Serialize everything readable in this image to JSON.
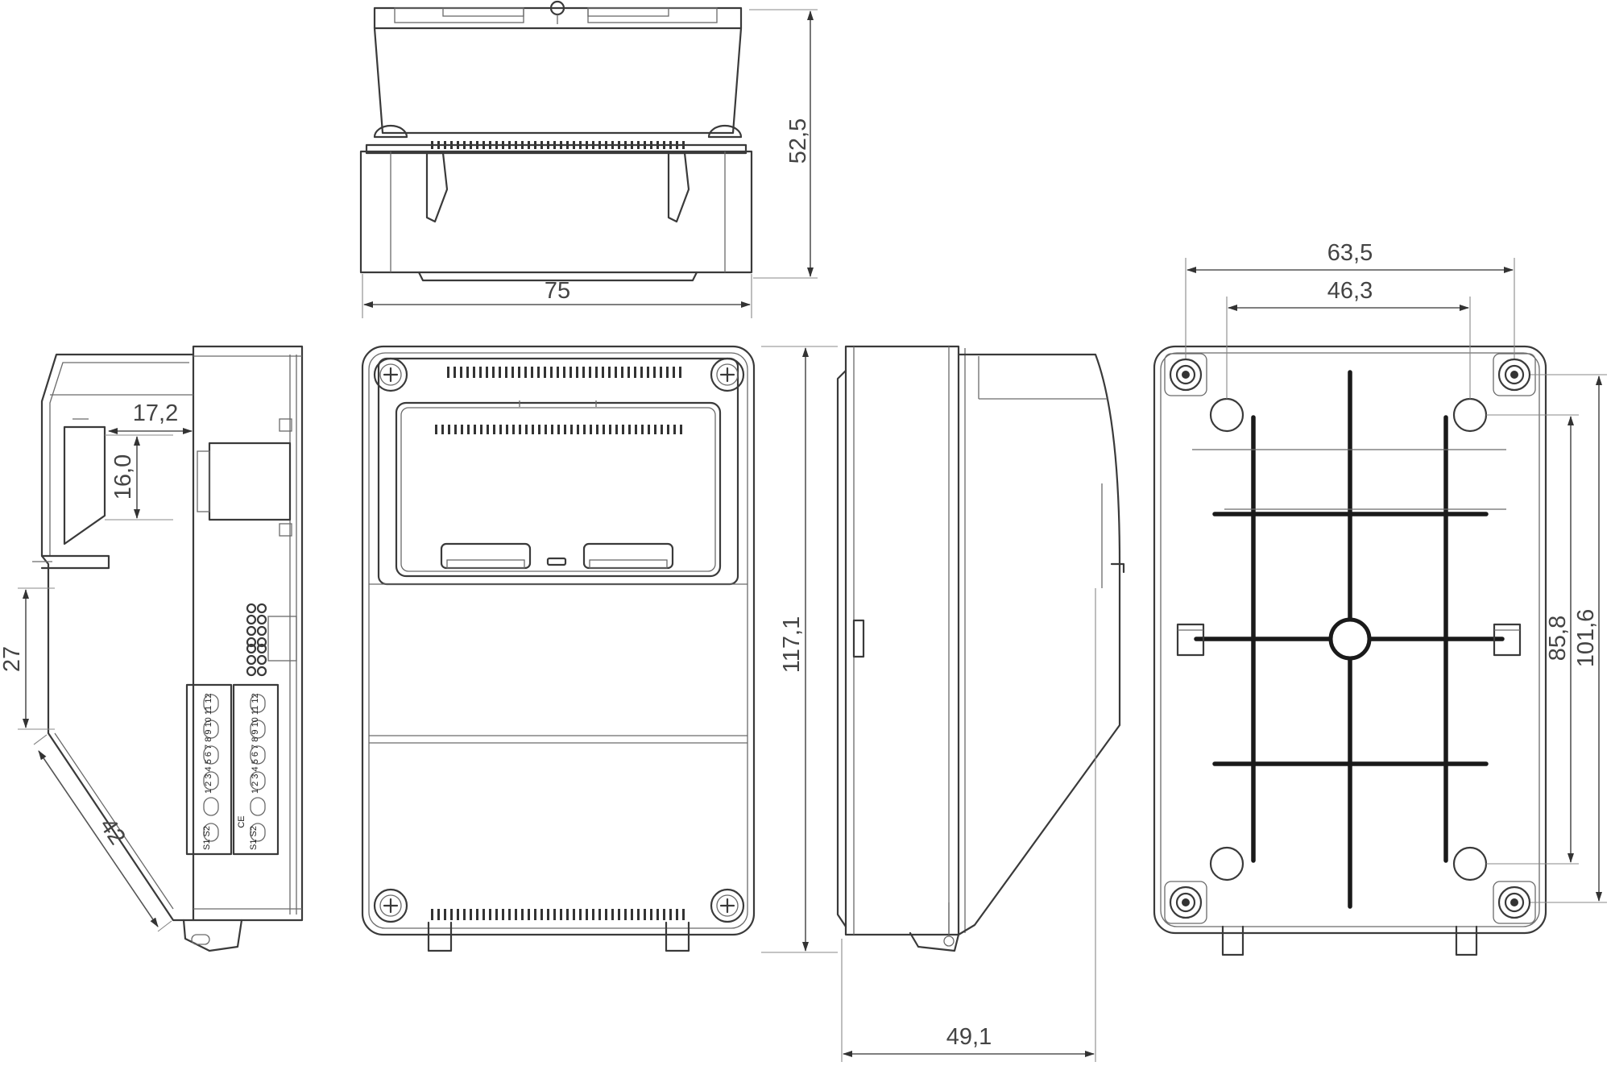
{
  "dimensions": {
    "top_height": "52,5",
    "top_width": "75",
    "front_height": "117,1",
    "side_depth": "49,1",
    "back_outer_width": "63,5",
    "back_inner_width": "46,3",
    "back_outer_height": "101,6",
    "back_inner_height": "85,8",
    "left_window_offset": "17,2",
    "left_window_height": "16,0",
    "left_lower_height": "27",
    "left_slope": "42"
  },
  "terminal_labels": {
    "numbers": "1 2 3 4 5 6 7 8 9 10 11 12",
    "s_label": "S1 S2",
    "ce_mark": "CE"
  },
  "colors": {
    "line": "#3a3a3a",
    "dimension": "#555555",
    "background": "#ffffff"
  }
}
